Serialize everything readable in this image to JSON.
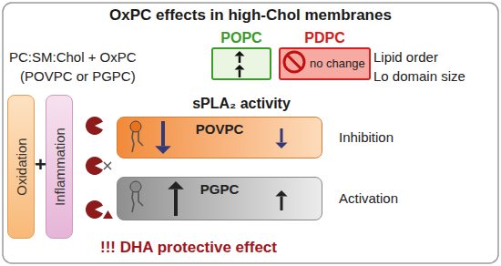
{
  "diagram": {
    "title": "OxPC effects in high-Chol membranes",
    "nodes": [
      {
        "text": [
          "POPC"
        ]
      },
      {
        "text": [
          "PDPC",
          "no change"
        ]
      },
      {
        "text": [
          "Oxidation"
        ]
      },
      {
        "text": [
          "Inflammation"
        ]
      },
      {
        "text": [
          "POVPC"
        ]
      },
      {
        "text": [
          "PGPC"
        ]
      }
    ],
    "labels": [
      "PC:SM:Chol + OxPC",
      "(POVPC or PGPC)",
      "Lipid order",
      "Lo domain size",
      "sPLA₂ activity",
      "Inhibition",
      "Activation",
      "+",
      "!!! DHA protective effect"
    ]
  }
}
